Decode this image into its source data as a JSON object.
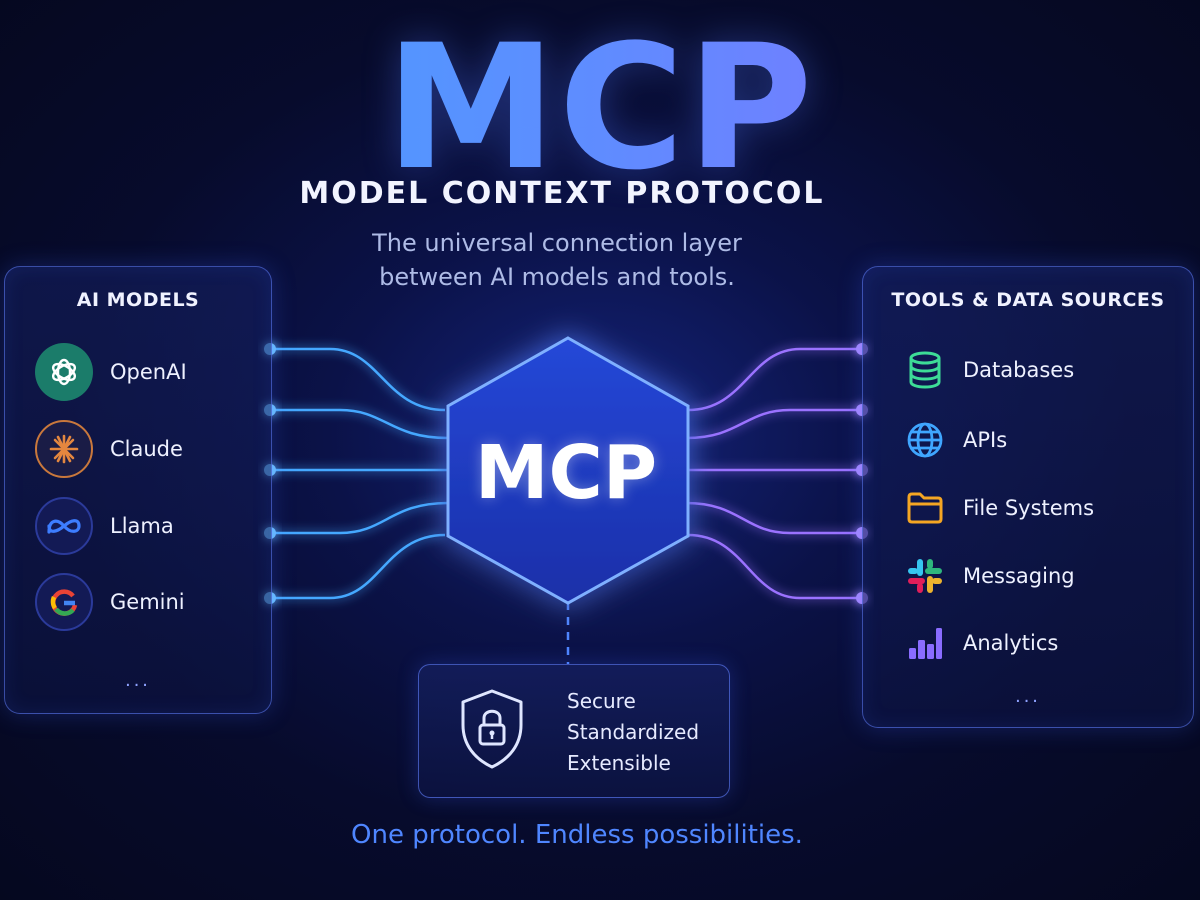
{
  "header": {
    "logo_text": "MCP",
    "subtitle": "MODEL CONTEXT PROTOCOL",
    "tagline_line1": "The universal connection layer",
    "tagline_line2": "between AI models and tools."
  },
  "left_panel": {
    "heading": "AI MODELS",
    "items": [
      {
        "label": "OpenAI",
        "icon": "openai-icon"
      },
      {
        "label": "Claude",
        "icon": "claude-icon"
      },
      {
        "label": "Llama",
        "icon": "meta-llama-icon"
      },
      {
        "label": "Gemini",
        "icon": "google-gemini-icon"
      }
    ],
    "more": "..."
  },
  "hub": {
    "label": "MCP"
  },
  "right_panel": {
    "heading": "TOOLS & DATA SOURCES",
    "items": [
      {
        "label": "Databases",
        "icon": "database-icon"
      },
      {
        "label": "APIs",
        "icon": "globe-icon"
      },
      {
        "label": "File Systems",
        "icon": "folder-icon"
      },
      {
        "label": "Messaging",
        "icon": "slack-icon"
      },
      {
        "label": "Analytics",
        "icon": "bar-chart-icon"
      }
    ],
    "more": "..."
  },
  "security": {
    "icon": "shield-lock-icon",
    "lines": [
      "Secure",
      "Standardized",
      "Extensible"
    ]
  },
  "footer": {
    "text": "One protocol. Endless possibilities."
  },
  "colors": {
    "background": "#070b2c",
    "left_wires": "#3fa6ff",
    "right_wires": "#8a6cff",
    "accent": "#4f86ff"
  }
}
